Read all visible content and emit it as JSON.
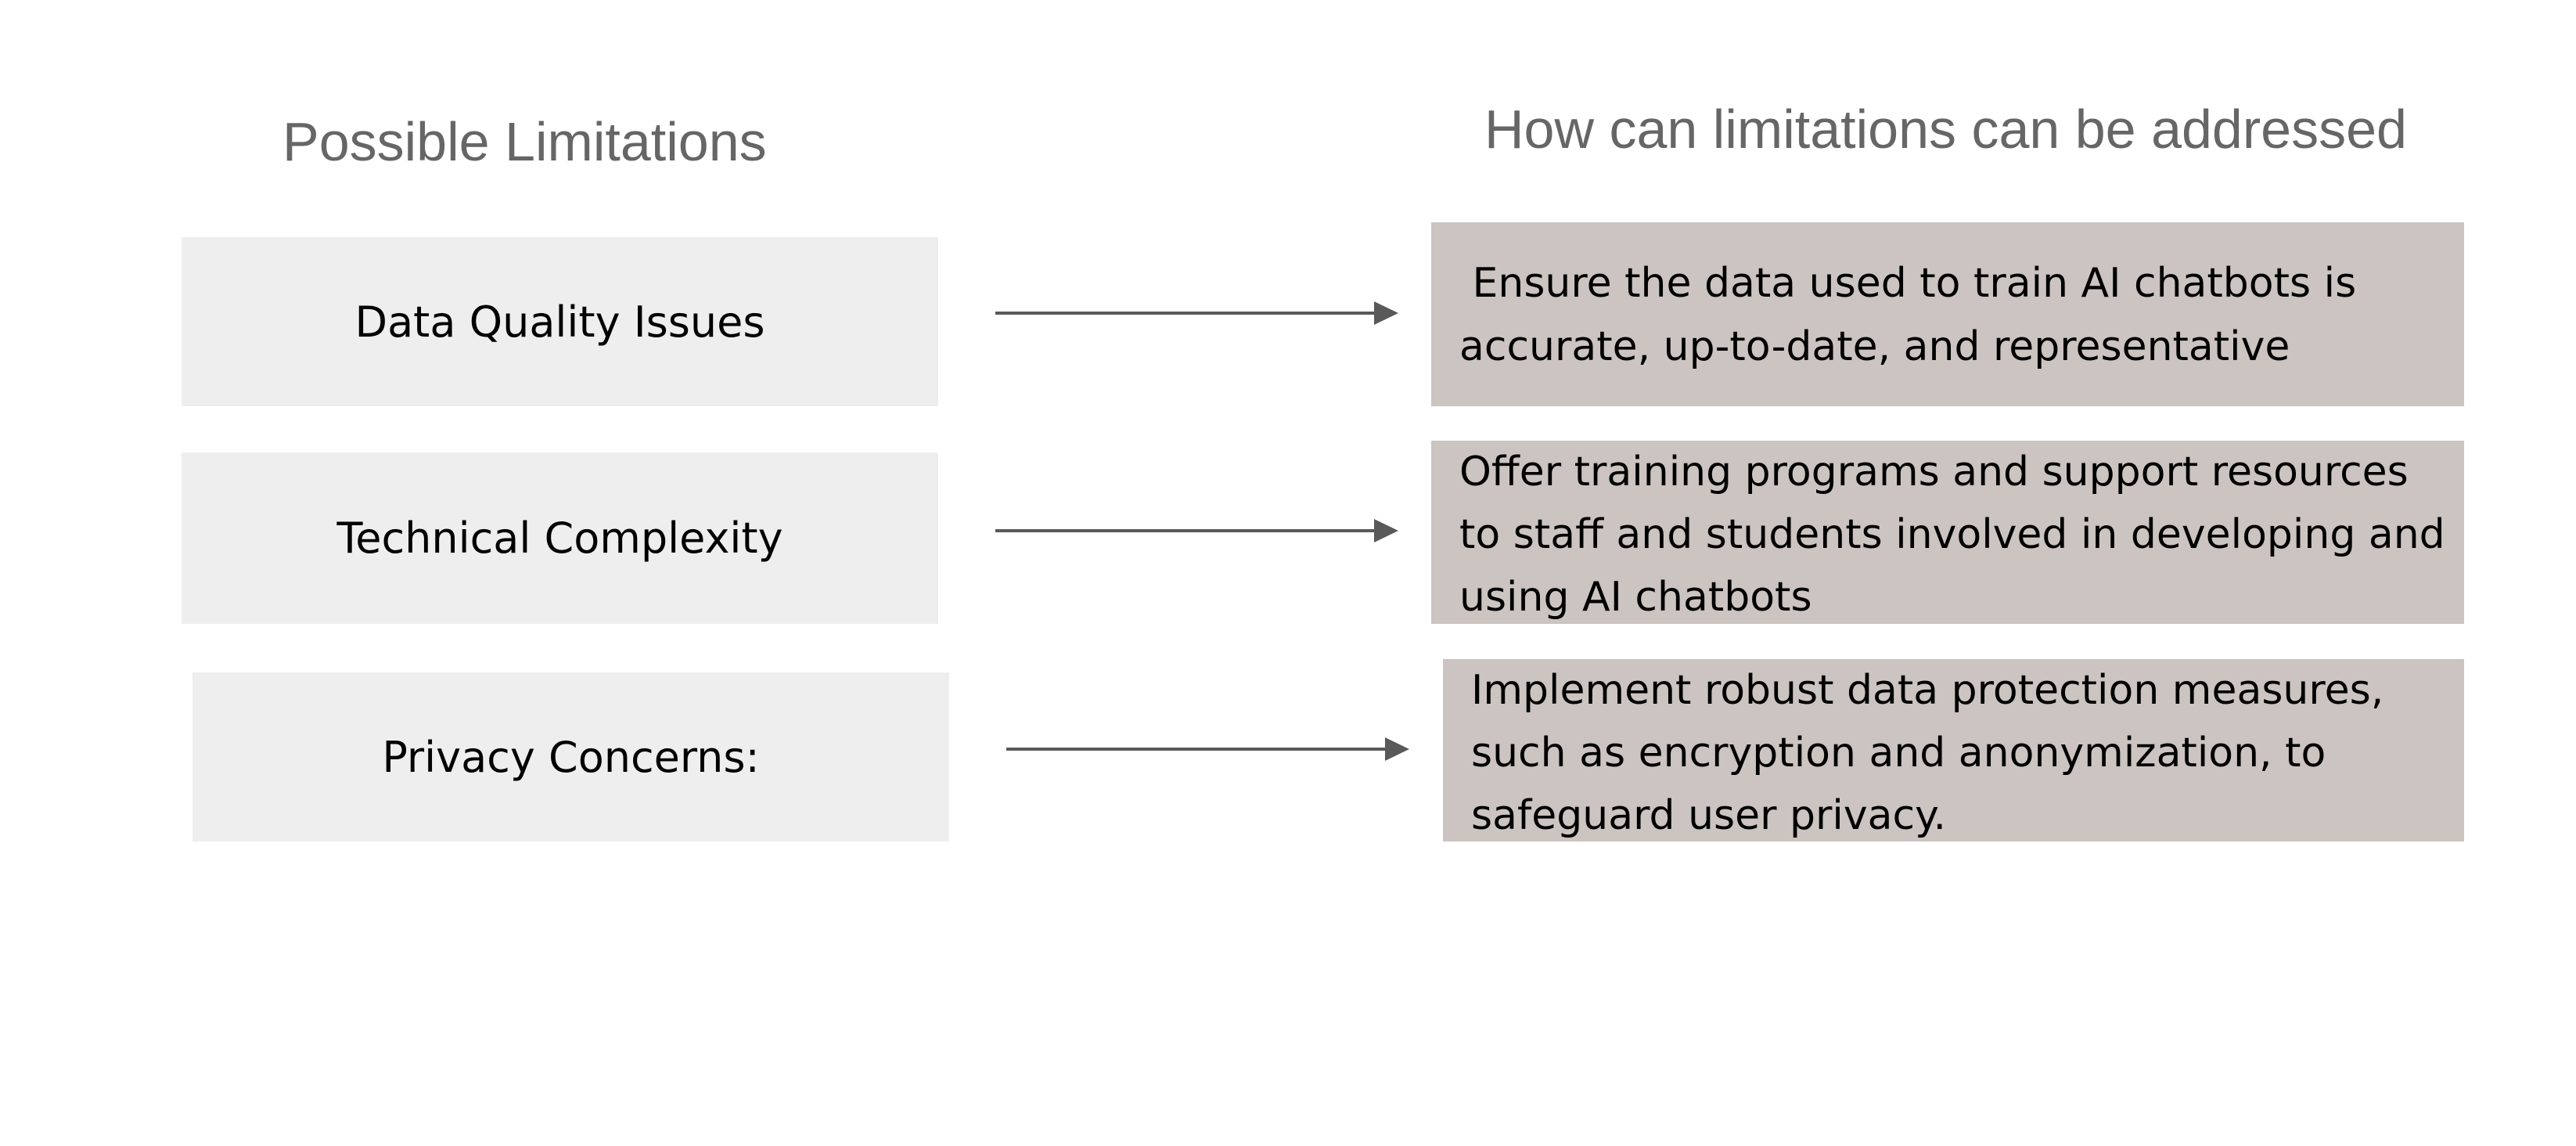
{
  "headings": {
    "left": "Possible Limitations",
    "right": "How can limitations can be addressed"
  },
  "limitations": [
    {
      "label": "Data Quality Issues"
    },
    {
      "label": "Technical Complexity"
    },
    {
      "label": "Privacy Concerns:"
    }
  ],
  "remedies": [
    {
      "lines": [
        " Ensure the data used to train AI chatbots is",
        "accurate, up-to-date, and representative"
      ]
    },
    {
      "lines": [
        "Offer training programs and support resources",
        "to staff and students involved in developing and",
        "using AI chatbots"
      ]
    },
    {
      "lines": [
        "Implement robust data protection measures,",
        "such as encryption and anonymization, to",
        "safeguard user privacy."
      ]
    }
  ],
  "colors": {
    "heading": "#666666",
    "limitation_box": "#eeeeee",
    "remedy_box": "#cbc4c1",
    "arrow": "#595959"
  }
}
